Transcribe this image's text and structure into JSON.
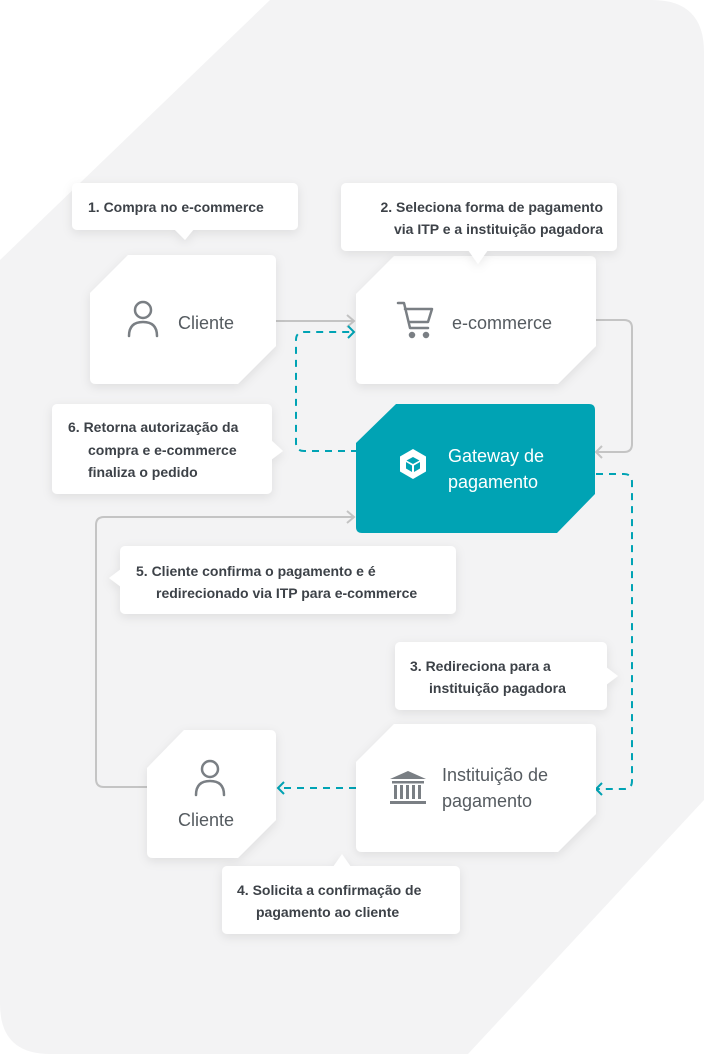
{
  "nodes": {
    "cliente_top": "Cliente",
    "ecommerce": "e-commerce",
    "gateway_line1": "Gateway de",
    "gateway_line2": "pagamento",
    "instituicao_line1": "Instituição de",
    "instituicao_line2": "pagamento",
    "cliente_bottom": "Cliente"
  },
  "steps": {
    "step1": "1. Compra no e-commerce",
    "step2_line1": "2. Seleciona forma de pagamento",
    "step2_line2": "via ITP e a instituição pagadora",
    "step3_line1": "3. Redireciona para a",
    "step3_line2": "instituição pagadora",
    "step4_line1": "4. Solicita a confirmação de",
    "step4_line2": "pagamento ao cliente",
    "step5_line1": "5. Cliente confirma o pagamento e é",
    "step5_line2": "redirecionado via ITP para e-commerce",
    "step6_line1": "6. Retorna autorização da",
    "step6_line2": "compra e e-commerce",
    "step6_line3": "finaliza o pedido"
  },
  "icons": {
    "person": "person-icon",
    "cart": "cart-icon",
    "cube": "cube-icon",
    "bank": "bank-icon"
  },
  "colors": {
    "accent": "#00a3b4",
    "background_shape": "#f3f3f4",
    "card": "#ffffff",
    "solid_line": "#c4c4c4",
    "icon_gray": "#7a7f84"
  }
}
